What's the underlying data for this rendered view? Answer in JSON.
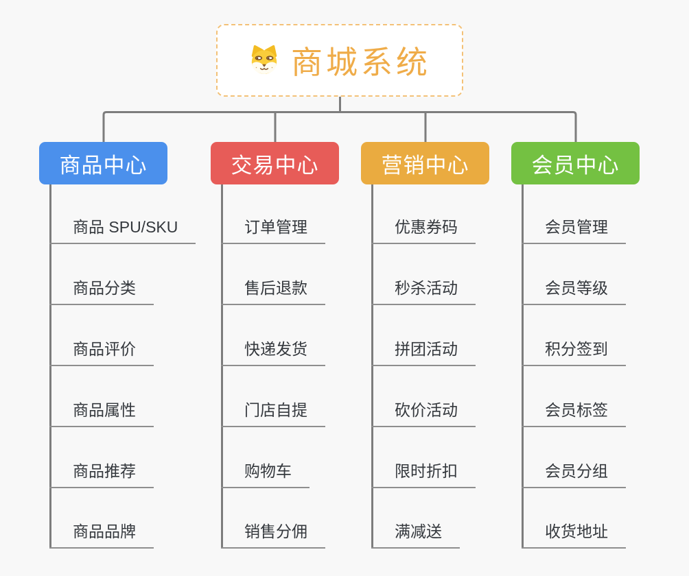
{
  "root": {
    "label": "商城系统",
    "icon": "shiba-dog-icon",
    "text_color": "#efac49",
    "border_color": "#f3c177"
  },
  "branches": [
    {
      "label": "商品中心",
      "color": "#4b90ec",
      "children": [
        "商品 SPU/SKU",
        "商品分类",
        "商品评价",
        "商品属性",
        "商品推荐",
        "商品品牌"
      ]
    },
    {
      "label": "交易中心",
      "color": "#e75c58",
      "children": [
        "订单管理",
        "售后退款",
        "快递发货",
        "门店自提",
        "购物车",
        "销售分佣"
      ]
    },
    {
      "label": "营销中心",
      "color": "#eaab40",
      "children": [
        "优惠券码",
        "秒杀活动",
        "拼团活动",
        "砍价活动",
        "限时折扣",
        "满减送"
      ]
    },
    {
      "label": "会员中心",
      "color": "#74c142",
      "children": [
        "会员管理",
        "会员等级",
        "积分签到",
        "会员标签",
        "会员分组",
        "收货地址"
      ]
    }
  ],
  "colors": {
    "connector": "#7d7d7d",
    "leaf_underline": "#8e8e8e",
    "leaf_text": "#34383d",
    "background": "#f8f8f8"
  }
}
